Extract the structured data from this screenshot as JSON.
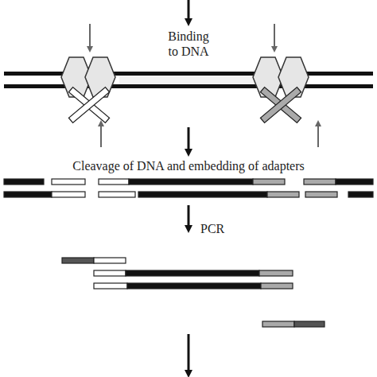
{
  "diagram": {
    "labels": [
      "Binding to DNA",
      "Cleavage of DNA and embedding of adapters",
      "PCR"
    ]
  }
}
